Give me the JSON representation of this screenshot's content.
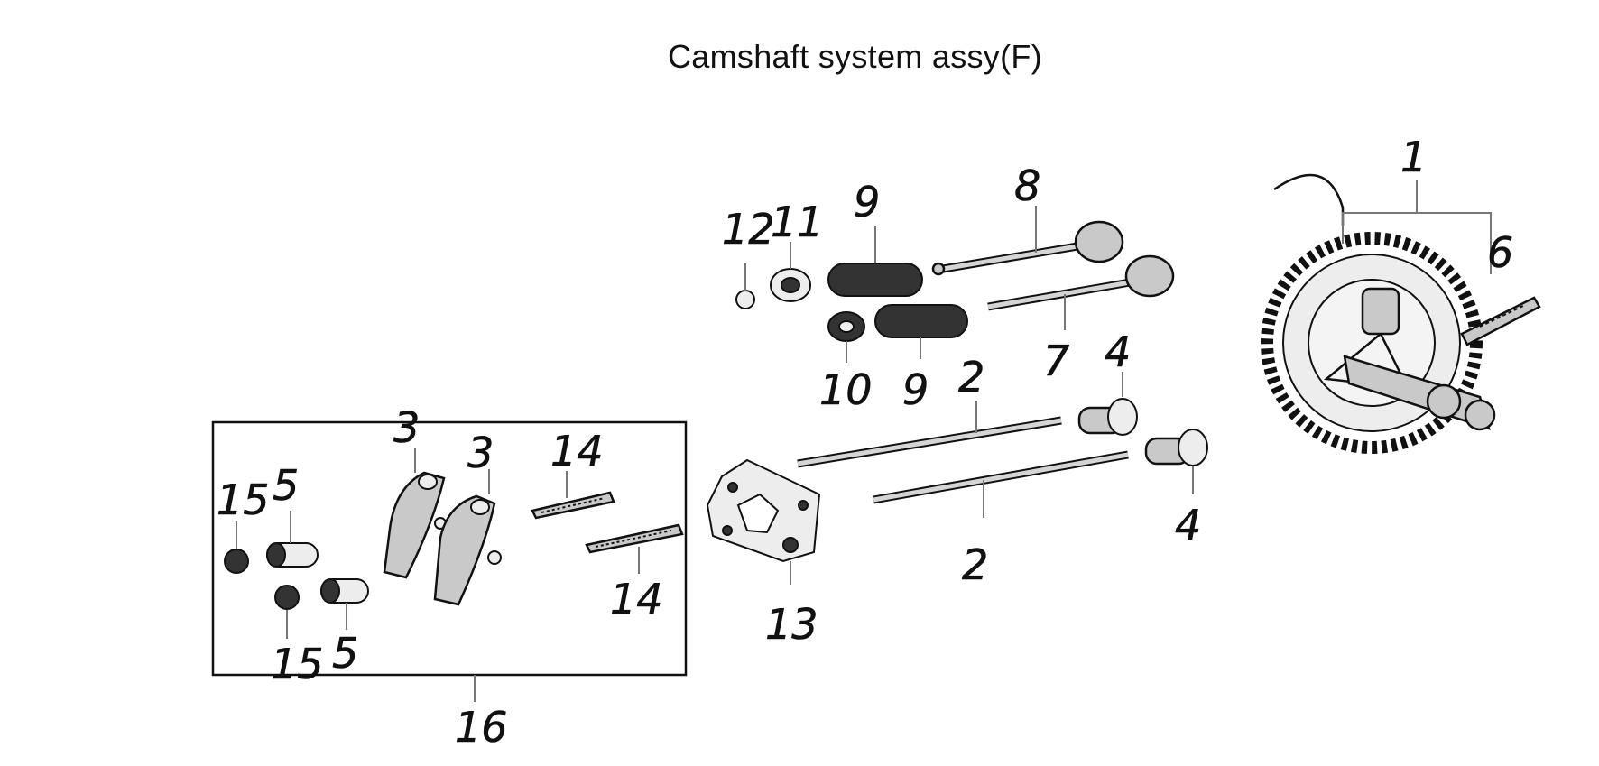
{
  "diagram": {
    "title": "Camshaft system assy(F)",
    "callouts": [
      {
        "id": "c1",
        "label": "1"
      },
      {
        "id": "c6",
        "label": "6"
      },
      {
        "id": "c8",
        "label": "8"
      },
      {
        "id": "c9a",
        "label": "9"
      },
      {
        "id": "c11",
        "label": "11"
      },
      {
        "id": "c12",
        "label": "12"
      },
      {
        "id": "c10",
        "label": "10"
      },
      {
        "id": "c9b",
        "label": "9"
      },
      {
        "id": "c2a",
        "label": "2"
      },
      {
        "id": "c7",
        "label": "7"
      },
      {
        "id": "c4a",
        "label": "4"
      },
      {
        "id": "c4b",
        "label": "4"
      },
      {
        "id": "c2b",
        "label": "2"
      },
      {
        "id": "c13",
        "label": "13"
      },
      {
        "id": "c3a",
        "label": "3"
      },
      {
        "id": "c3b",
        "label": "3"
      },
      {
        "id": "c14a",
        "label": "14"
      },
      {
        "id": "c14b",
        "label": "14"
      },
      {
        "id": "c15a",
        "label": "15"
      },
      {
        "id": "c5a",
        "label": "5"
      },
      {
        "id": "c15b",
        "label": "15"
      },
      {
        "id": "c5b",
        "label": "5"
      },
      {
        "id": "c16",
        "label": "16"
      }
    ]
  }
}
